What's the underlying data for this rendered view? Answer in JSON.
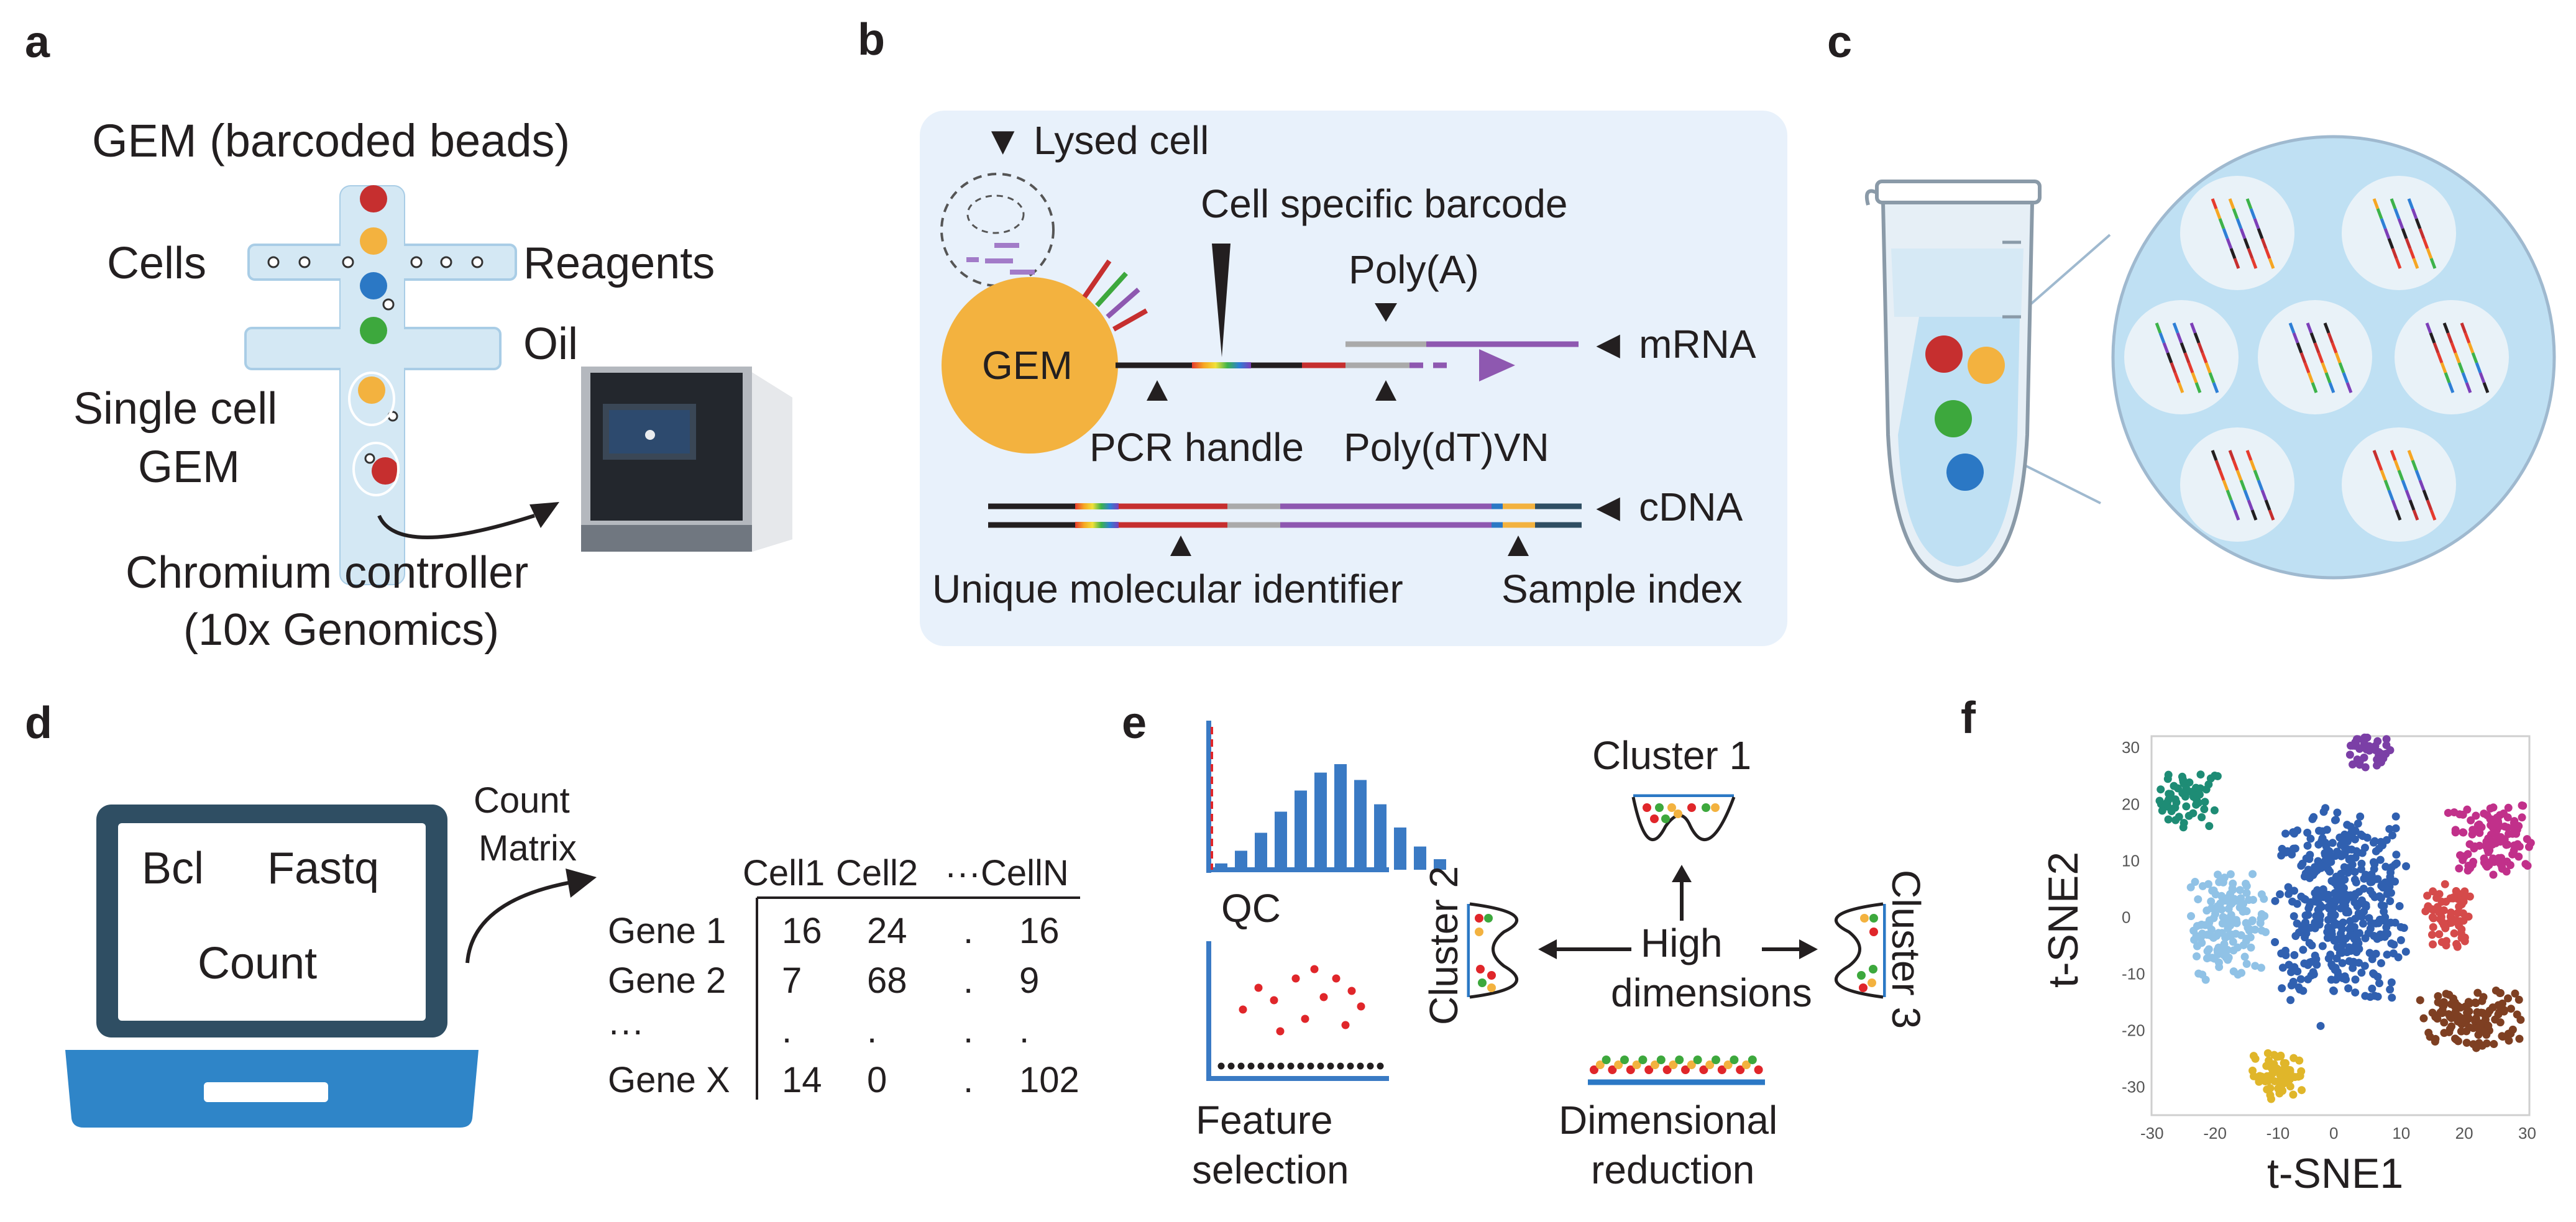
{
  "colors": {
    "gem_orange": "#f3b23f",
    "bead_red": "#c62f2f",
    "bead_blue": "#2b78c5",
    "bead_green": "#3da83d",
    "chip_blue": "#d4e8f4",
    "panel_b_bg": "#e8f1fb",
    "laptop_blue": "#2f85c8",
    "laptop_dark": "#2f4e63",
    "mrna_purple": "#8e58b0",
    "bar_blue": "#3a7ac4",
    "qc_red": "#e0262a"
  },
  "panel_a": {
    "letter": "a",
    "title": "GEM (barcoded beads)",
    "cells": "Cells",
    "reagents": "Reagents",
    "oil": "Oil",
    "single_cell_1": "Single cell",
    "single_cell_2": "GEM",
    "controller_1": "Chromium controller",
    "controller_2": "(10x Genomics)"
  },
  "panel_b": {
    "letter": "b",
    "lysed": "▼ Lysed cell",
    "barcode": "Cell specific barcode",
    "gem": "GEM",
    "polya": "Poly(A)",
    "mrna": "◄ mRNA",
    "pcr": "PCR handle",
    "polydt": "Poly(dT)VN",
    "cdna": "◄ cDNA",
    "umi": "Unique molecular identifier",
    "sample_index": "Sample index"
  },
  "panel_c": {
    "letter": "c"
  },
  "panel_d": {
    "letter": "d",
    "bcl": "Bcl",
    "fastq": "Fastq",
    "count": "Count",
    "count_matrix_1": "Count",
    "count_matrix_2": "Matrix",
    "headers": [
      "Cell1",
      "Cell2",
      "···CellN"
    ],
    "rows": [
      {
        "gene": "Gene 1",
        "values": [
          "16",
          "24",
          ".",
          "16"
        ]
      },
      {
        "gene": "Gene 2",
        "values": [
          "7",
          "68",
          ".",
          "9"
        ]
      },
      {
        "gene": "···",
        "values": [
          ".",
          ".",
          ".",
          "."
        ]
      },
      {
        "gene": "Gene X",
        "values": [
          "14",
          "0",
          ".",
          "102"
        ]
      }
    ]
  },
  "panel_e": {
    "letter": "e",
    "qc": "QC",
    "feature_1": "Feature",
    "feature_2": "selection",
    "cluster1": "Cluster 1",
    "cluster2": "Cluster 2",
    "cluster3": "Cluster 3",
    "high_1": "High",
    "high_2": "dimensions",
    "dimred_1": "Dimensional",
    "dimred_2": "reduction",
    "qc_histogram": [
      0.06,
      0.18,
      0.35,
      0.55,
      0.75,
      0.92,
      1.0,
      0.85,
      0.62,
      0.4,
      0.22,
      0.1
    ]
  },
  "panel_f": {
    "letter": "f",
    "xlabel": "t-SNE1",
    "ylabel": "t-SNE2",
    "xticks": [
      "-30",
      "-20",
      "-10",
      "0",
      "10",
      "20",
      "30"
    ],
    "yticks": [
      "30",
      "20",
      "10",
      "0",
      "-10",
      "-20",
      "-30"
    ]
  },
  "chart_data": {
    "type": "scatter",
    "xlabel": "t-SNE1",
    "ylabel": "t-SNE2",
    "xlim": [
      -30,
      30
    ],
    "ylim": [
      -35,
      32
    ],
    "series": [
      {
        "color": "#1e8c75",
        "cx": -24,
        "cy": 21,
        "rx": 5,
        "ry": 5,
        "n": 55
      },
      {
        "color": "#7b3fa6",
        "cx": 4,
        "cy": 29,
        "rx": 4,
        "ry": 3,
        "n": 40
      },
      {
        "color": "#c1308a",
        "cx": 24,
        "cy": 14,
        "rx": 6,
        "ry": 7,
        "n": 120
      },
      {
        "color": "#90c2e6",
        "cx": -18,
        "cy": -1,
        "rx": 6,
        "ry": 9,
        "n": 150
      },
      {
        "color": "#3060b0",
        "cx": 0,
        "cy": 2,
        "rx": 10,
        "ry": 16,
        "n": 420
      },
      {
        "color": "#d54a4a",
        "cx": 17,
        "cy": 0,
        "rx": 3.5,
        "ry": 6,
        "n": 70
      },
      {
        "color": "#7e3f22",
        "cx": 21,
        "cy": -18,
        "rx": 8,
        "ry": 5,
        "n": 120
      },
      {
        "color": "#e0b62a",
        "cx": -10,
        "cy": -28,
        "rx": 4,
        "ry": 4,
        "n": 70
      }
    ]
  }
}
